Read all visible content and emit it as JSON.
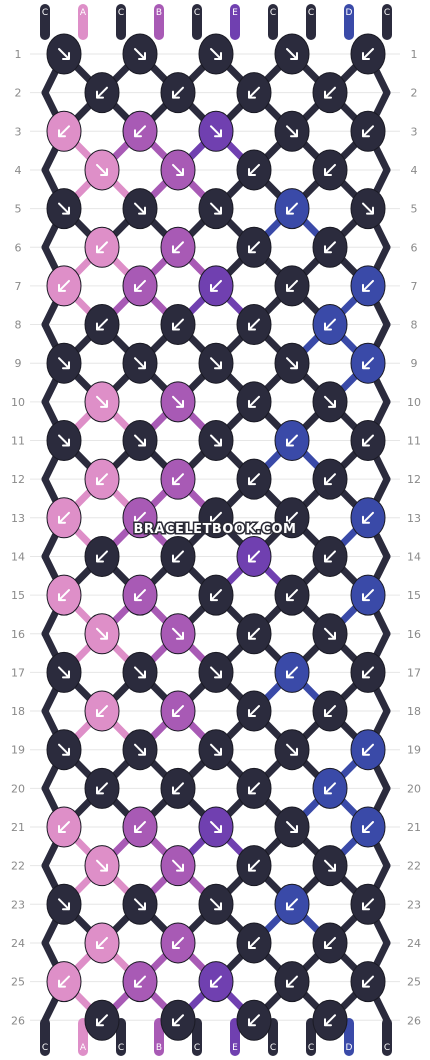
{
  "colors": {
    "C": "#2b2b3d",
    "A": "#de8fc8",
    "B": "#a85ab5",
    "E": "#7040b0",
    "D": "#3a4aa8"
  },
  "strings": {
    "top": [
      "C",
      "A",
      "C",
      "B",
      "C",
      "E",
      "C",
      "C",
      "D",
      "C"
    ],
    "bottom": [
      "C",
      "A",
      "C",
      "B",
      "C",
      "E",
      "C",
      "C",
      "D",
      "C"
    ]
  },
  "row_numbers": [
    "1",
    "2",
    "3",
    "4",
    "5",
    "6",
    "7",
    "8",
    "9",
    "10",
    "11",
    "12",
    "13",
    "14",
    "15",
    "16",
    "17",
    "18",
    "19",
    "20",
    "21",
    "22",
    "23",
    "24",
    "25",
    "26"
  ],
  "knots": [
    [
      [
        "C",
        "f"
      ],
      [
        "C",
        "f"
      ],
      [
        "C",
        "f"
      ],
      [
        "C",
        "f"
      ],
      [
        "C",
        "b"
      ]
    ],
    [
      [
        "C",
        "b"
      ],
      [
        "C",
        "b"
      ],
      [
        "C",
        "b"
      ],
      [
        "C",
        "b"
      ]
    ],
    [
      [
        "A",
        "b"
      ],
      [
        "B",
        "b"
      ],
      [
        "E",
        "f"
      ],
      [
        "C",
        "f"
      ],
      [
        "C",
        "b"
      ]
    ],
    [
      [
        "A",
        "f"
      ],
      [
        "B",
        "f"
      ],
      [
        "C",
        "b"
      ],
      [
        "C",
        "b"
      ]
    ],
    [
      [
        "C",
        "f"
      ],
      [
        "C",
        "f"
      ],
      [
        "C",
        "f"
      ],
      [
        "D",
        "b"
      ],
      [
        "C",
        "f"
      ]
    ],
    [
      [
        "A",
        "b"
      ],
      [
        "B",
        "b"
      ],
      [
        "C",
        "b"
      ],
      [
        "C",
        "bb"
      ]
    ],
    [
      [
        "A",
        "b"
      ],
      [
        "B",
        "b"
      ],
      [
        "E",
        "b"
      ],
      [
        "C",
        "b"
      ],
      [
        "D",
        "b"
      ]
    ],
    [
      [
        "C",
        "b"
      ],
      [
        "C",
        "b"
      ],
      [
        "C",
        "b"
      ],
      [
        "D",
        "b"
      ]
    ],
    [
      [
        "C",
        "f"
      ],
      [
        "C",
        "f"
      ],
      [
        "C",
        "f"
      ],
      [
        "C",
        "f"
      ],
      [
        "D",
        "b"
      ]
    ],
    [
      [
        "A",
        "f"
      ],
      [
        "B",
        "f"
      ],
      [
        "C",
        "b"
      ],
      [
        "C",
        "f"
      ]
    ],
    [
      [
        "C",
        "f"
      ],
      [
        "C",
        "f"
      ],
      [
        "C",
        "f"
      ],
      [
        "D",
        "b"
      ],
      [
        "C",
        "b"
      ]
    ],
    [
      [
        "A",
        "b"
      ],
      [
        "B",
        "b"
      ],
      [
        "C",
        "b"
      ],
      [
        "C",
        "bb"
      ]
    ],
    [
      [
        "A",
        "b"
      ],
      [
        "B",
        "b"
      ],
      [
        "C",
        "b"
      ],
      [
        "C",
        "b"
      ],
      [
        "D",
        "b"
      ]
    ],
    [
      [
        "C",
        "b"
      ],
      [
        "C",
        "b"
      ],
      [
        "E",
        "b"
      ],
      [
        "C",
        "b"
      ]
    ],
    [
      [
        "A",
        "b"
      ],
      [
        "B",
        "b"
      ],
      [
        "C",
        "b"
      ],
      [
        "C",
        "b"
      ],
      [
        "D",
        "b"
      ]
    ],
    [
      [
        "A",
        "f"
      ],
      [
        "B",
        "f"
      ],
      [
        "C",
        "b"
      ],
      [
        "C",
        "f"
      ]
    ],
    [
      [
        "C",
        "f"
      ],
      [
        "C",
        "f"
      ],
      [
        "C",
        "f"
      ],
      [
        "D",
        "b"
      ],
      [
        "C",
        "b"
      ]
    ],
    [
      [
        "A",
        "b"
      ],
      [
        "B",
        "b"
      ],
      [
        "C",
        "b"
      ],
      [
        "C",
        "bb"
      ]
    ],
    [
      [
        "C",
        "f"
      ],
      [
        "C",
        "f"
      ],
      [
        "C",
        "f"
      ],
      [
        "C",
        "f"
      ],
      [
        "D",
        "b"
      ]
    ],
    [
      [
        "C",
        "b"
      ],
      [
        "C",
        "b"
      ],
      [
        "C",
        "b"
      ],
      [
        "D",
        "b"
      ]
    ],
    [
      [
        "A",
        "b"
      ],
      [
        "B",
        "b"
      ],
      [
        "E",
        "f"
      ],
      [
        "C",
        "f"
      ],
      [
        "D",
        "b"
      ]
    ],
    [
      [
        "A",
        "f"
      ],
      [
        "B",
        "f"
      ],
      [
        "C",
        "b"
      ],
      [
        "C",
        "f"
      ]
    ],
    [
      [
        "C",
        "f"
      ],
      [
        "C",
        "f"
      ],
      [
        "C",
        "f"
      ],
      [
        "D",
        "b"
      ],
      [
        "C",
        "b"
      ]
    ],
    [
      [
        "A",
        "b"
      ],
      [
        "B",
        "b"
      ],
      [
        "C",
        "b"
      ],
      [
        "C",
        "bb"
      ]
    ],
    [
      [
        "A",
        "b"
      ],
      [
        "B",
        "b"
      ],
      [
        "E",
        "b"
      ],
      [
        "C",
        "b"
      ],
      [
        "C",
        "b"
      ]
    ],
    [
      [
        "C",
        "b"
      ],
      [
        "C",
        "b"
      ],
      [
        "C",
        "b"
      ],
      [
        "C",
        "b"
      ]
    ]
  ],
  "watermark": "BRACELETBOOK.COM"
}
